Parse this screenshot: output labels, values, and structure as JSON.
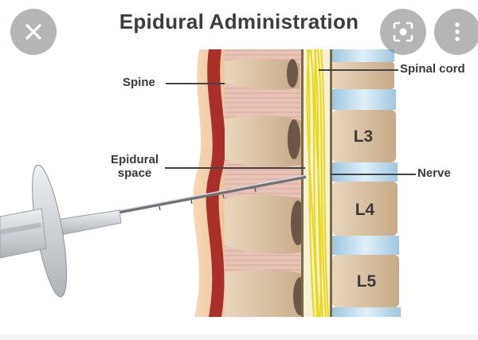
{
  "viewer": {
    "close_icon": "close-icon",
    "lens_icon": "lens-icon",
    "more_icon": "more-vert-icon",
    "accent": "#8a8a8a"
  },
  "illustration": {
    "title": "Epidural Administration",
    "labels": {
      "spine": "Spine",
      "spinal_cord": "Spinal cord",
      "epidural_space_line1": "Epidural",
      "epidural_space_line2": "space",
      "nerve": "Nerve"
    },
    "vertebrae": [
      "L3",
      "L4",
      "L5"
    ],
    "colors": {
      "bone": "#d8c0a3",
      "disc": "#b7d8ec",
      "nerve": "#f2e23a",
      "tissue_red": "#a9302a",
      "skin": "#f1c9a0",
      "syringe": "#c9ccd0"
    }
  }
}
